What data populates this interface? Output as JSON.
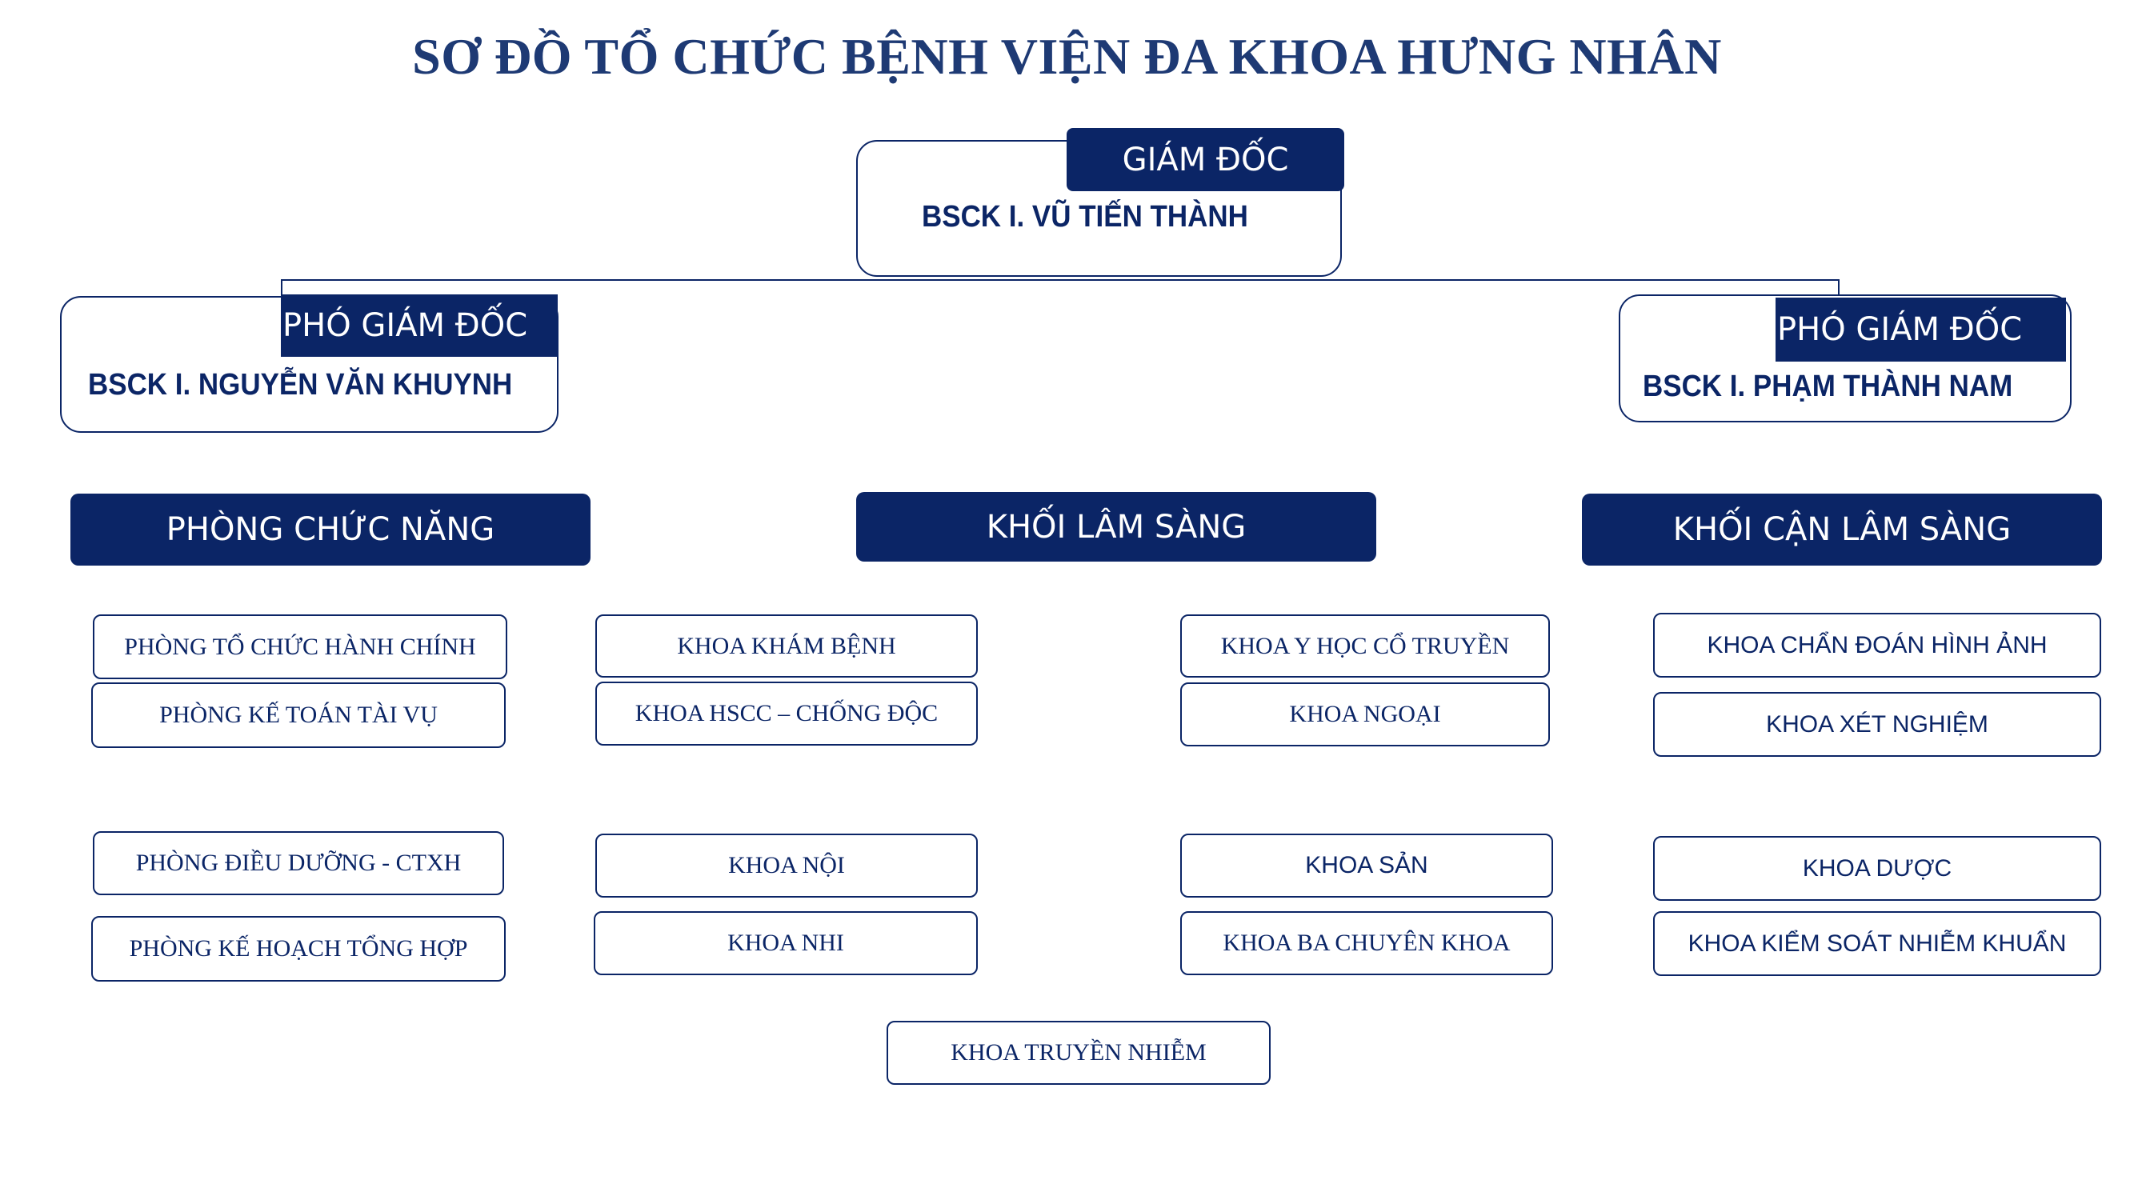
{
  "title": "SƠ ĐỒ TỔ CHỨC BỆNH VIỆN ĐA KHOA HƯNG NHÂN",
  "director": {
    "role": "GIÁM ĐỐC",
    "name": "BSCK I. VŨ TIẾN THÀNH"
  },
  "deputy_left": {
    "role": "PHÓ GIÁM ĐỐC",
    "name": "BSCK I. NGUYỄN VĂN KHUYNH"
  },
  "deputy_right": {
    "role": "PHÓ GIÁM ĐỐC",
    "name": "BSCK I. PHẠM THÀNH NAM"
  },
  "groups": {
    "functional": "PHÒNG CHỨC NĂNG",
    "clinical": "KHỐI LÂM SÀNG",
    "paraclinical": "KHỐI CẬN LÂM SÀNG"
  },
  "units": {
    "to_chuc_hanh_chinh": "PHÒNG TỔ CHỨC HÀNH CHÍNH",
    "ke_toan_tai_vu": "PHÒNG KẾ TOÁN TÀI VỤ",
    "dieu_duong_ctxh": "PHÒNG ĐIỀU DƯỠNG - CTXH",
    "ke_hoach_tong_hop": "PHÒNG KẾ HOẠCH TỔNG HỢP",
    "kham_benh": "KHOA KHÁM BỆNH",
    "hscc_chong_doc": "KHOA HSCC – CHỐNG ĐỘC",
    "noi": "KHOA NỘI",
    "nhi": "KHOA NHI",
    "y_hoc_co_truyen": "KHOA Y HỌC CỔ TRUYỀN",
    "ngoai": "KHOA NGOẠI",
    "san": "KHOA SẢN",
    "ba_chuyen_khoa": "KHOA BA CHUYÊN KHOA",
    "truyen_nhiem": "KHOA TRUYỀN NHIỄM",
    "chan_doan_hinh_anh": "KHOA CHẨN ĐOÁN HÌNH ẢNH",
    "xet_nghiem": "KHOA XÉT NGHIỆM",
    "duoc": "KHOA DƯỢC",
    "kiem_soat_nhiem_khuan": "KHOA KIỂM SOÁT NHIỄM KHUẨN"
  },
  "colors": {
    "navy": "#0b2566",
    "title": "#1e3a74",
    "background": "#ffffff"
  }
}
